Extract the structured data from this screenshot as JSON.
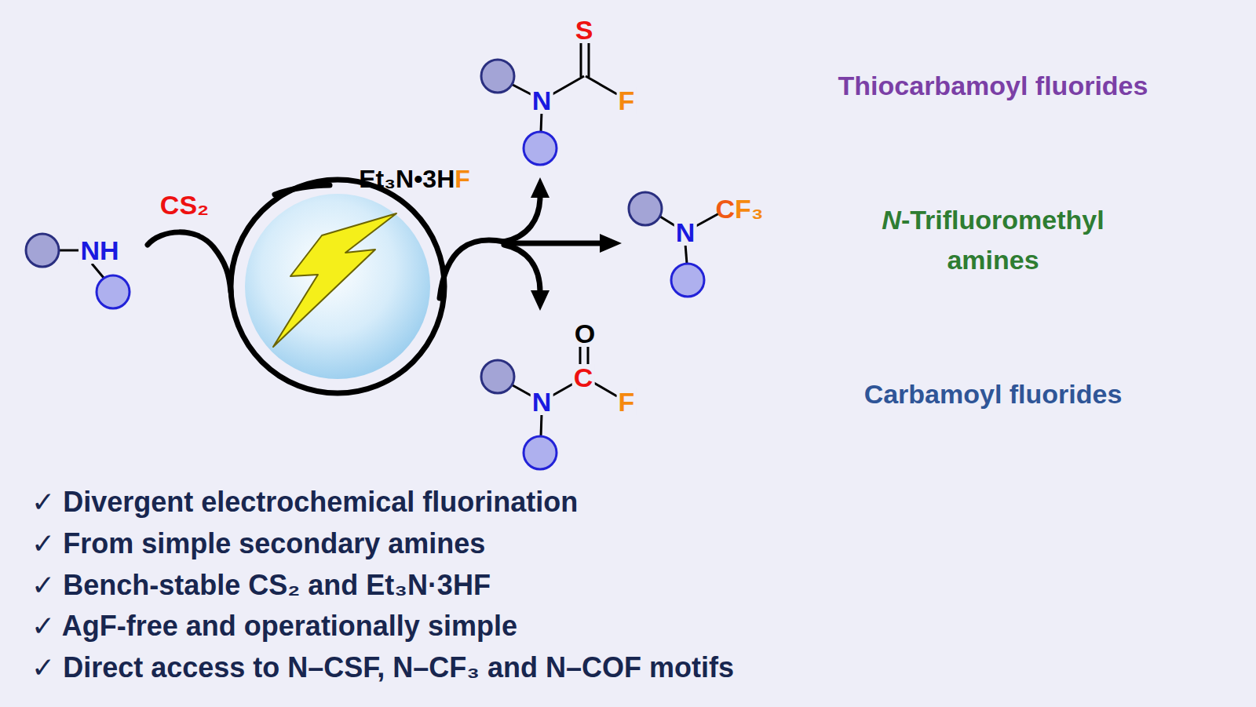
{
  "diagram": {
    "labels": [
      "S",
      "N",
      "F",
      "Thiocarbamoyl fluorides",
      "NH",
      "CS₂",
      "Et₃N•3H",
      "F",
      "N",
      "C",
      "F₃",
      "N",
      "-Trifluoromethyl amines",
      "O",
      "C",
      "N",
      "F",
      "Carbamoyl fluorides",
      "✓ Divergent electrochemical fluorination",
      "✓ From simple secondary amines",
      "✓ Bench-stable CS₂ and Et₃N·3HF",
      "✓ AgF-free and operationally simple",
      "✓ Direct access to N–CSF, N–CF₃ and N–COF motifs"
    ]
  }
}
